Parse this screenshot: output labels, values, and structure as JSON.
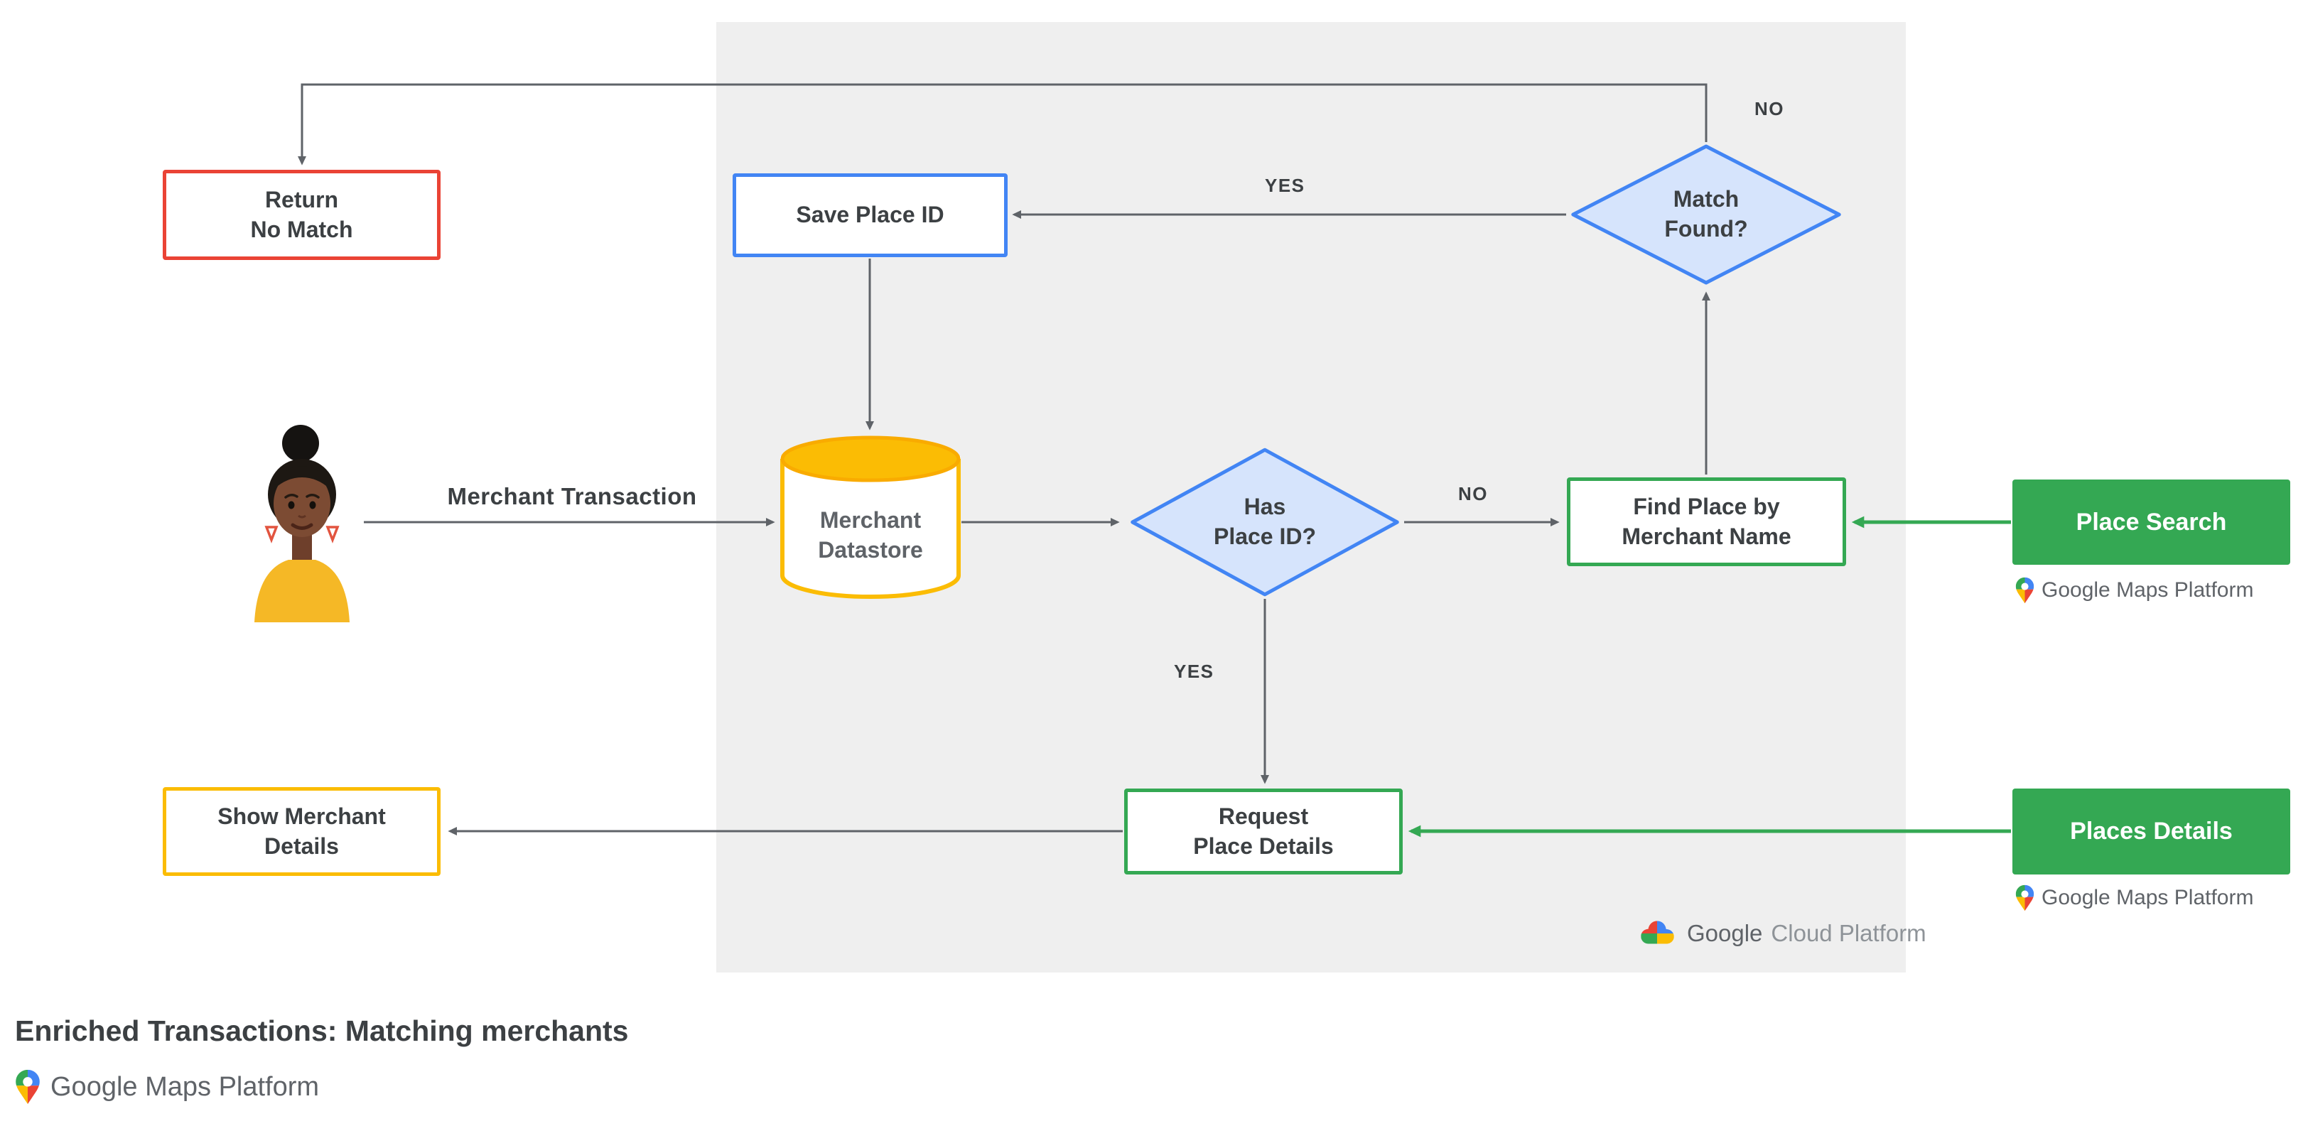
{
  "diagram": {
    "title": "Enriched Transactions: Matching merchants"
  },
  "colors": {
    "google_red": "#EA4335",
    "google_blue": "#4285F4",
    "google_green": "#34A853",
    "google_yellow": "#FBBC04",
    "diamond_fill": "#D6E4FC",
    "panel_background": "#EFEFEF",
    "arrow_gray": "#5F6368",
    "text_dark": "#3C4043",
    "text_gray": "#5F6368"
  },
  "nodes": {
    "return_no_match": {
      "line1": "Return",
      "line2": "No Match"
    },
    "save_place_id": {
      "label": "Save Place ID"
    },
    "match_found": {
      "line1": "Match",
      "line2": "Found?"
    },
    "merchant_datastore": {
      "line1": "Merchant",
      "line2": "Datastore"
    },
    "has_place_id": {
      "line1": "Has",
      "line2": "Place ID?"
    },
    "find_place": {
      "line1": "Find Place by",
      "line2": "Merchant Name"
    },
    "request_place_details": {
      "line1": "Request",
      "line2": "Place Details"
    },
    "show_merchant_details": {
      "line1": "Show Merchant",
      "line2": "Details"
    },
    "place_search": {
      "label": "Place Search"
    },
    "places_details": {
      "label": "Places Details"
    }
  },
  "edges": {
    "match_found_no": "NO",
    "match_found_yes": "YES",
    "has_place_id_no": "NO",
    "has_place_id_yes": "YES",
    "merchant_transaction": "Merchant Transaction"
  },
  "logos": {
    "google_cloud_platform": {
      "brand": "Google",
      "product": "Cloud Platform"
    },
    "gmp_place_search": "Google Maps Platform",
    "gmp_places_details": "Google Maps Platform",
    "gmp_footer": "Google Maps Platform"
  }
}
